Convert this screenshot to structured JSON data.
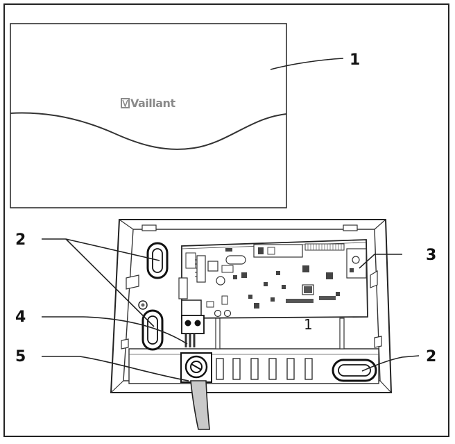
{
  "diagram": {
    "logo": {
      "text": "Vaillant"
    },
    "board_label": "1",
    "callouts": [
      {
        "id": "cover",
        "label": "1"
      },
      {
        "id": "screw-holes",
        "label": "2"
      },
      {
        "id": "circuit-board",
        "label": "3"
      },
      {
        "id": "terminal",
        "label": "4"
      },
      {
        "id": "cable-gland",
        "label": "5"
      },
      {
        "id": "mount-hole-right",
        "label": "2"
      }
    ]
  }
}
